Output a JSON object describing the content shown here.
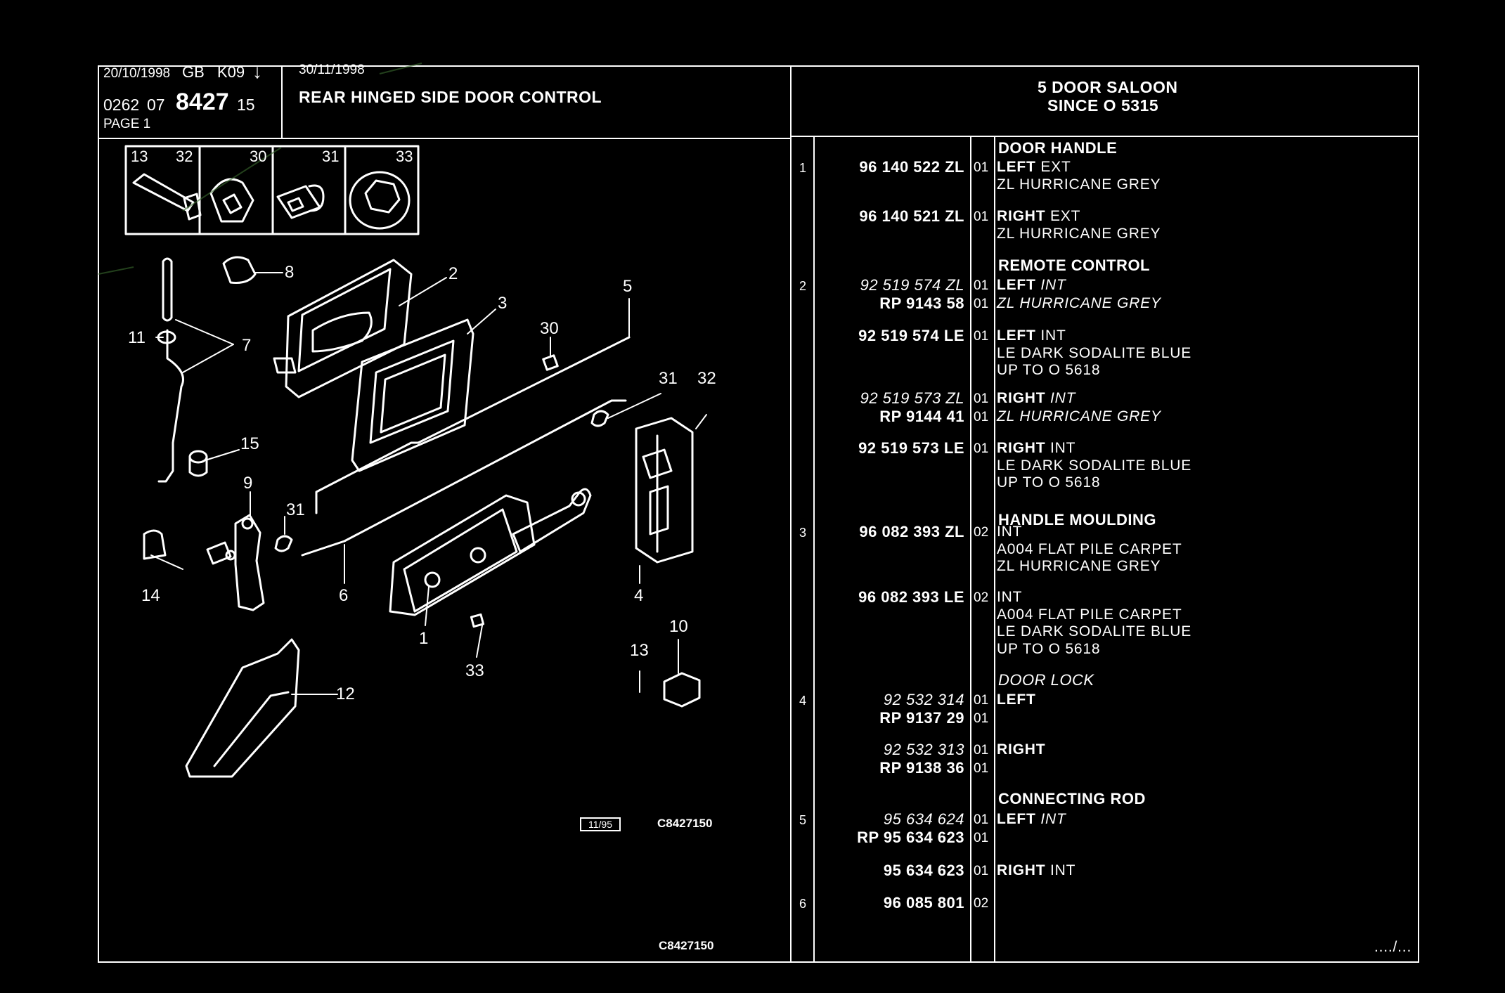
{
  "header": {
    "date1": "20/10/1998",
    "country": "GB",
    "code": "K09",
    "date2": "30/11/1998",
    "prefix1": "0262",
    "prefix2": "07",
    "group_number": "8427",
    "suffix": "15",
    "page": "PAGE  1",
    "title": "REAR HINGED SIDE DOOR CONTROL",
    "model_line1": "5 DOOR SALOON",
    "model_line2": "SINCE O  5315"
  },
  "diagram": {
    "thumb_labels": [
      "13",
      "32",
      "30",
      "31",
      "33"
    ],
    "callouts": [
      "8",
      "2",
      "3",
      "5",
      "30",
      "11",
      "7",
      "31",
      "32",
      "15",
      "9",
      "31",
      "14",
      "6",
      "1",
      "33",
      "4",
      "10",
      "13",
      "12"
    ],
    "stamp": "11/95",
    "ref_code": "C8427150",
    "footer_code": "C8427150"
  },
  "parts": [
    {
      "ref": "1",
      "pn": "96 140 522 ZL",
      "pn_italic": false,
      "qty": "01",
      "lines": [
        {
          "b": "LEFT",
          "r": " EXT"
        },
        {
          "r": "ZL HURRICANE GREY"
        }
      ]
    },
    {
      "ref": "",
      "pn": "96 140 521 ZL",
      "pn_italic": false,
      "qty": "01",
      "lines": [
        {
          "b": "RIGHT",
          "r": " EXT"
        },
        {
          "r": "ZL HURRICANE GREY"
        }
      ]
    },
    {
      "ref": "2",
      "pn": "92 519 574 ZL",
      "pn_italic": true,
      "qty": "01",
      "lines": [
        {
          "b": "LEFT",
          "i": " INT"
        }
      ]
    },
    {
      "ref": "",
      "pn": "RP  9143 58",
      "pn_italic": false,
      "qty": "01",
      "lines": [
        {
          "i": "ZL HURRICANE GREY"
        }
      ]
    },
    {
      "ref": "",
      "pn": "92 519 574 LE",
      "pn_italic": false,
      "qty": "01",
      "lines": [
        {
          "b": "LEFT",
          "r": " INT"
        },
        {
          "r": "LE DARK SODALITE BLUE"
        },
        {
          "r": "UP TO O 5618"
        }
      ]
    },
    {
      "ref": "",
      "pn": "92 519 573 ZL",
      "pn_italic": true,
      "qty": "01",
      "lines": [
        {
          "b": "RIGHT",
          "i": " INT"
        }
      ]
    },
    {
      "ref": "",
      "pn": "RP  9144 41",
      "pn_italic": false,
      "qty": "01",
      "lines": [
        {
          "i": "ZL HURRICANE GREY"
        }
      ]
    },
    {
      "ref": "",
      "pn": "92 519 573 LE",
      "pn_italic": false,
      "qty": "01",
      "lines": [
        {
          "b": "RIGHT",
          "r": " INT"
        },
        {
          "r": "LE DARK SODALITE BLUE"
        },
        {
          "r": "UP TO O 5618"
        }
      ]
    },
    {
      "ref": "3",
      "pn": "96 082 393 ZL",
      "pn_italic": false,
      "qty": "02",
      "lines": [
        {
          "r": "INT"
        },
        {
          "r": "A004 FLAT PILE CARPET"
        },
        {
          "r": "ZL HURRICANE GREY"
        }
      ]
    },
    {
      "ref": "",
      "pn": "96 082 393 LE",
      "pn_italic": false,
      "qty": "02",
      "lines": [
        {
          "r": "INT"
        },
        {
          "r": "A004 FLAT PILE CARPET"
        },
        {
          "r": "LE DARK SODALITE BLUE"
        },
        {
          "r": "UP TO O 5618"
        }
      ]
    },
    {
      "ref": "4",
      "pn": "92 532 314",
      "pn_italic": true,
      "qty": "01",
      "lines": [
        {
          "b": "LEFT"
        }
      ]
    },
    {
      "ref": "",
      "pn": "RP  9137 29",
      "pn_italic": false,
      "qty": "01",
      "lines": []
    },
    {
      "ref": "",
      "pn": "92 532 313",
      "pn_italic": true,
      "qty": "01",
      "lines": [
        {
          "b": "RIGHT"
        }
      ]
    },
    {
      "ref": "",
      "pn": "RP  9138 36",
      "pn_italic": false,
      "qty": "01",
      "lines": []
    },
    {
      "ref": "5",
      "pn": "95 634 624",
      "pn_italic": true,
      "qty": "01",
      "lines": [
        {
          "b": "LEFT",
          "i": " INT"
        }
      ]
    },
    {
      "ref": "",
      "pn": "RP    95 634 623",
      "pn_italic": false,
      "qty": "01",
      "lines": []
    },
    {
      "ref": "",
      "pn": "95 634 623",
      "pn_italic": false,
      "qty": "01",
      "lines": [
        {
          "b": "RIGHT",
          "r": " INT"
        }
      ]
    },
    {
      "ref": "6",
      "pn": "96 085 801",
      "pn_italic": false,
      "qty": "02",
      "lines": []
    }
  ],
  "categories": [
    "DOOR HANDLE",
    "REMOTE CONTROL",
    "HANDLE MOULDING",
    "DOOR LOCK",
    "CONNECTING ROD"
  ],
  "continuation": "..../..."
}
